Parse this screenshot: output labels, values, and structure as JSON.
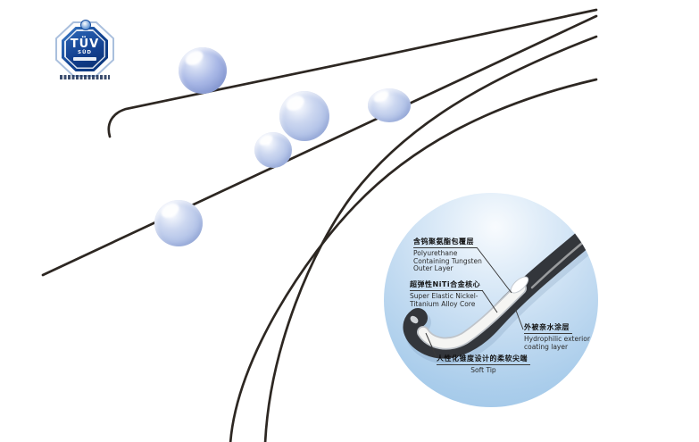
{
  "image": {
    "description": "Hydrophilic medical guidewire product illustration: dark wire strands with water droplets, TÜV SÜD certification badge, and a magnified circular inset of the soft guidewire tip with bilingual annotations",
    "background": "#ffffff"
  },
  "badge": {
    "tuv": "TÜV",
    "sud": "SÜD"
  },
  "inset": {
    "labels": [
      {
        "zh": "含钨聚氨酯包覆层",
        "en": [
          "Polyurethane",
          "Containing Tungsten",
          "Outer Layer"
        ]
      },
      {
        "zh": "超弹性NiTi合金核心",
        "en": [
          "Super Elastic Nickel-",
          "Titanium Alloy Core"
        ]
      },
      {
        "zh": "外被亲水涂层",
        "en": [
          "Hydrophilic exterior",
          "coating layer"
        ]
      },
      {
        "zh": "人性化锥度设计的柔软尖端",
        "en": [
          "Soft Tip"
        ]
      }
    ]
  },
  "colors": {
    "badge_blue": "#10418f",
    "wire": "#2d2722",
    "droplet_light": "#c6d2ee",
    "droplet_dark": "#8d9fd4",
    "inset_sky_top": "#f3f9fe",
    "inset_sky_bottom": "#9cc4e8",
    "tube_dark": "#33363b",
    "core_white": "#f4f4f2"
  }
}
